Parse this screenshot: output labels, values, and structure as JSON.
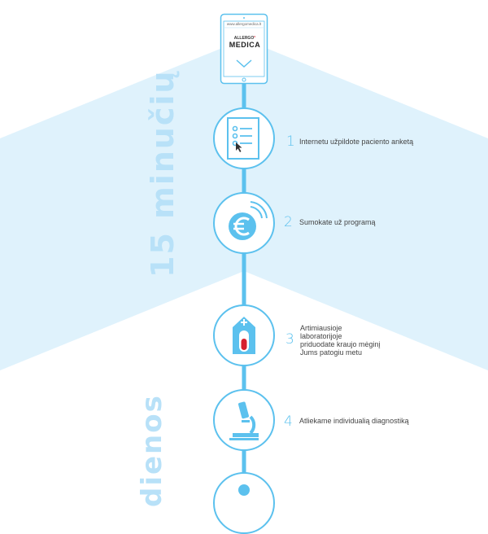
{
  "phone": {
    "url": "www.allergomedica.lt",
    "logo_top": "ALLERGO",
    "logo_main": "MEDICA"
  },
  "sections": {
    "first_duration": "15 minučių",
    "second_duration": "dienos"
  },
  "steps": [
    {
      "number": "1",
      "text": "Internetu užpildote paciento anketą",
      "icon": "form-checklist-icon"
    },
    {
      "number": "2",
      "text": "Sumokate už programą",
      "icon": "euro-contactless-icon"
    },
    {
      "number": "3",
      "text": "Artimiausioje\nlaboratorijoje\npriduodate kraujo mėginį\nJums patogiu metu",
      "icon": "blood-test-lab-icon"
    },
    {
      "number": "4",
      "text": "Atliekame individualią diagnostiką",
      "icon": "microscope-icon"
    }
  ],
  "colors": {
    "accent": "#5cc1ee",
    "band": "#dff2fc",
    "vertical_text": "#b8e1f8",
    "blood": "#d6202e"
  }
}
